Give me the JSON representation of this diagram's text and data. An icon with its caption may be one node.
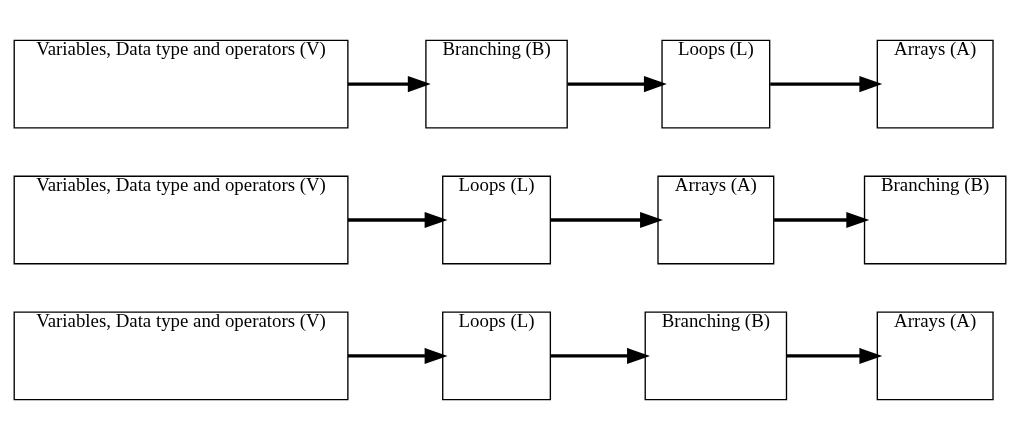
{
  "diagram": {
    "nodes": [
      {
        "text": [
          "Variables, Data type and operators (V)"
        ]
      },
      {
        "text": [
          "Loops (L)"
        ]
      },
      {
        "text": [
          "Branching (B)"
        ]
      },
      {
        "text": [
          "Arrays (A)"
        ]
      },
      {
        "text": [
          "Variables, Data type and operators (V)"
        ]
      },
      {
        "text": [
          "Loops (L)"
        ]
      },
      {
        "text": [
          "Arrays (A)"
        ]
      },
      {
        "text": [
          "Branching (B)"
        ]
      },
      {
        "text": [
          "Variables, Data type and operators (V)"
        ]
      },
      {
        "text": [
          "Branching (B)"
        ]
      },
      {
        "text": [
          "Loops (L)"
        ]
      },
      {
        "text": [
          "Arrays (A)"
        ]
      }
    ],
    "edges": [
      {
        "from": 0,
        "to": 1,
        "arrow": "to"
      },
      {
        "from": 1,
        "to": 2,
        "arrow": "to"
      },
      {
        "from": 2,
        "to": 3,
        "arrow": "to"
      },
      {
        "from": 4,
        "to": 5,
        "arrow": "to"
      },
      {
        "from": 5,
        "to": 6,
        "arrow": "to"
      },
      {
        "from": 6,
        "to": 7,
        "arrow": "to"
      },
      {
        "from": 8,
        "to": 9,
        "arrow": "to"
      },
      {
        "from": 9,
        "to": 10,
        "arrow": "to"
      },
      {
        "from": 10,
        "to": 11,
        "arrow": "to"
      }
    ]
  }
}
